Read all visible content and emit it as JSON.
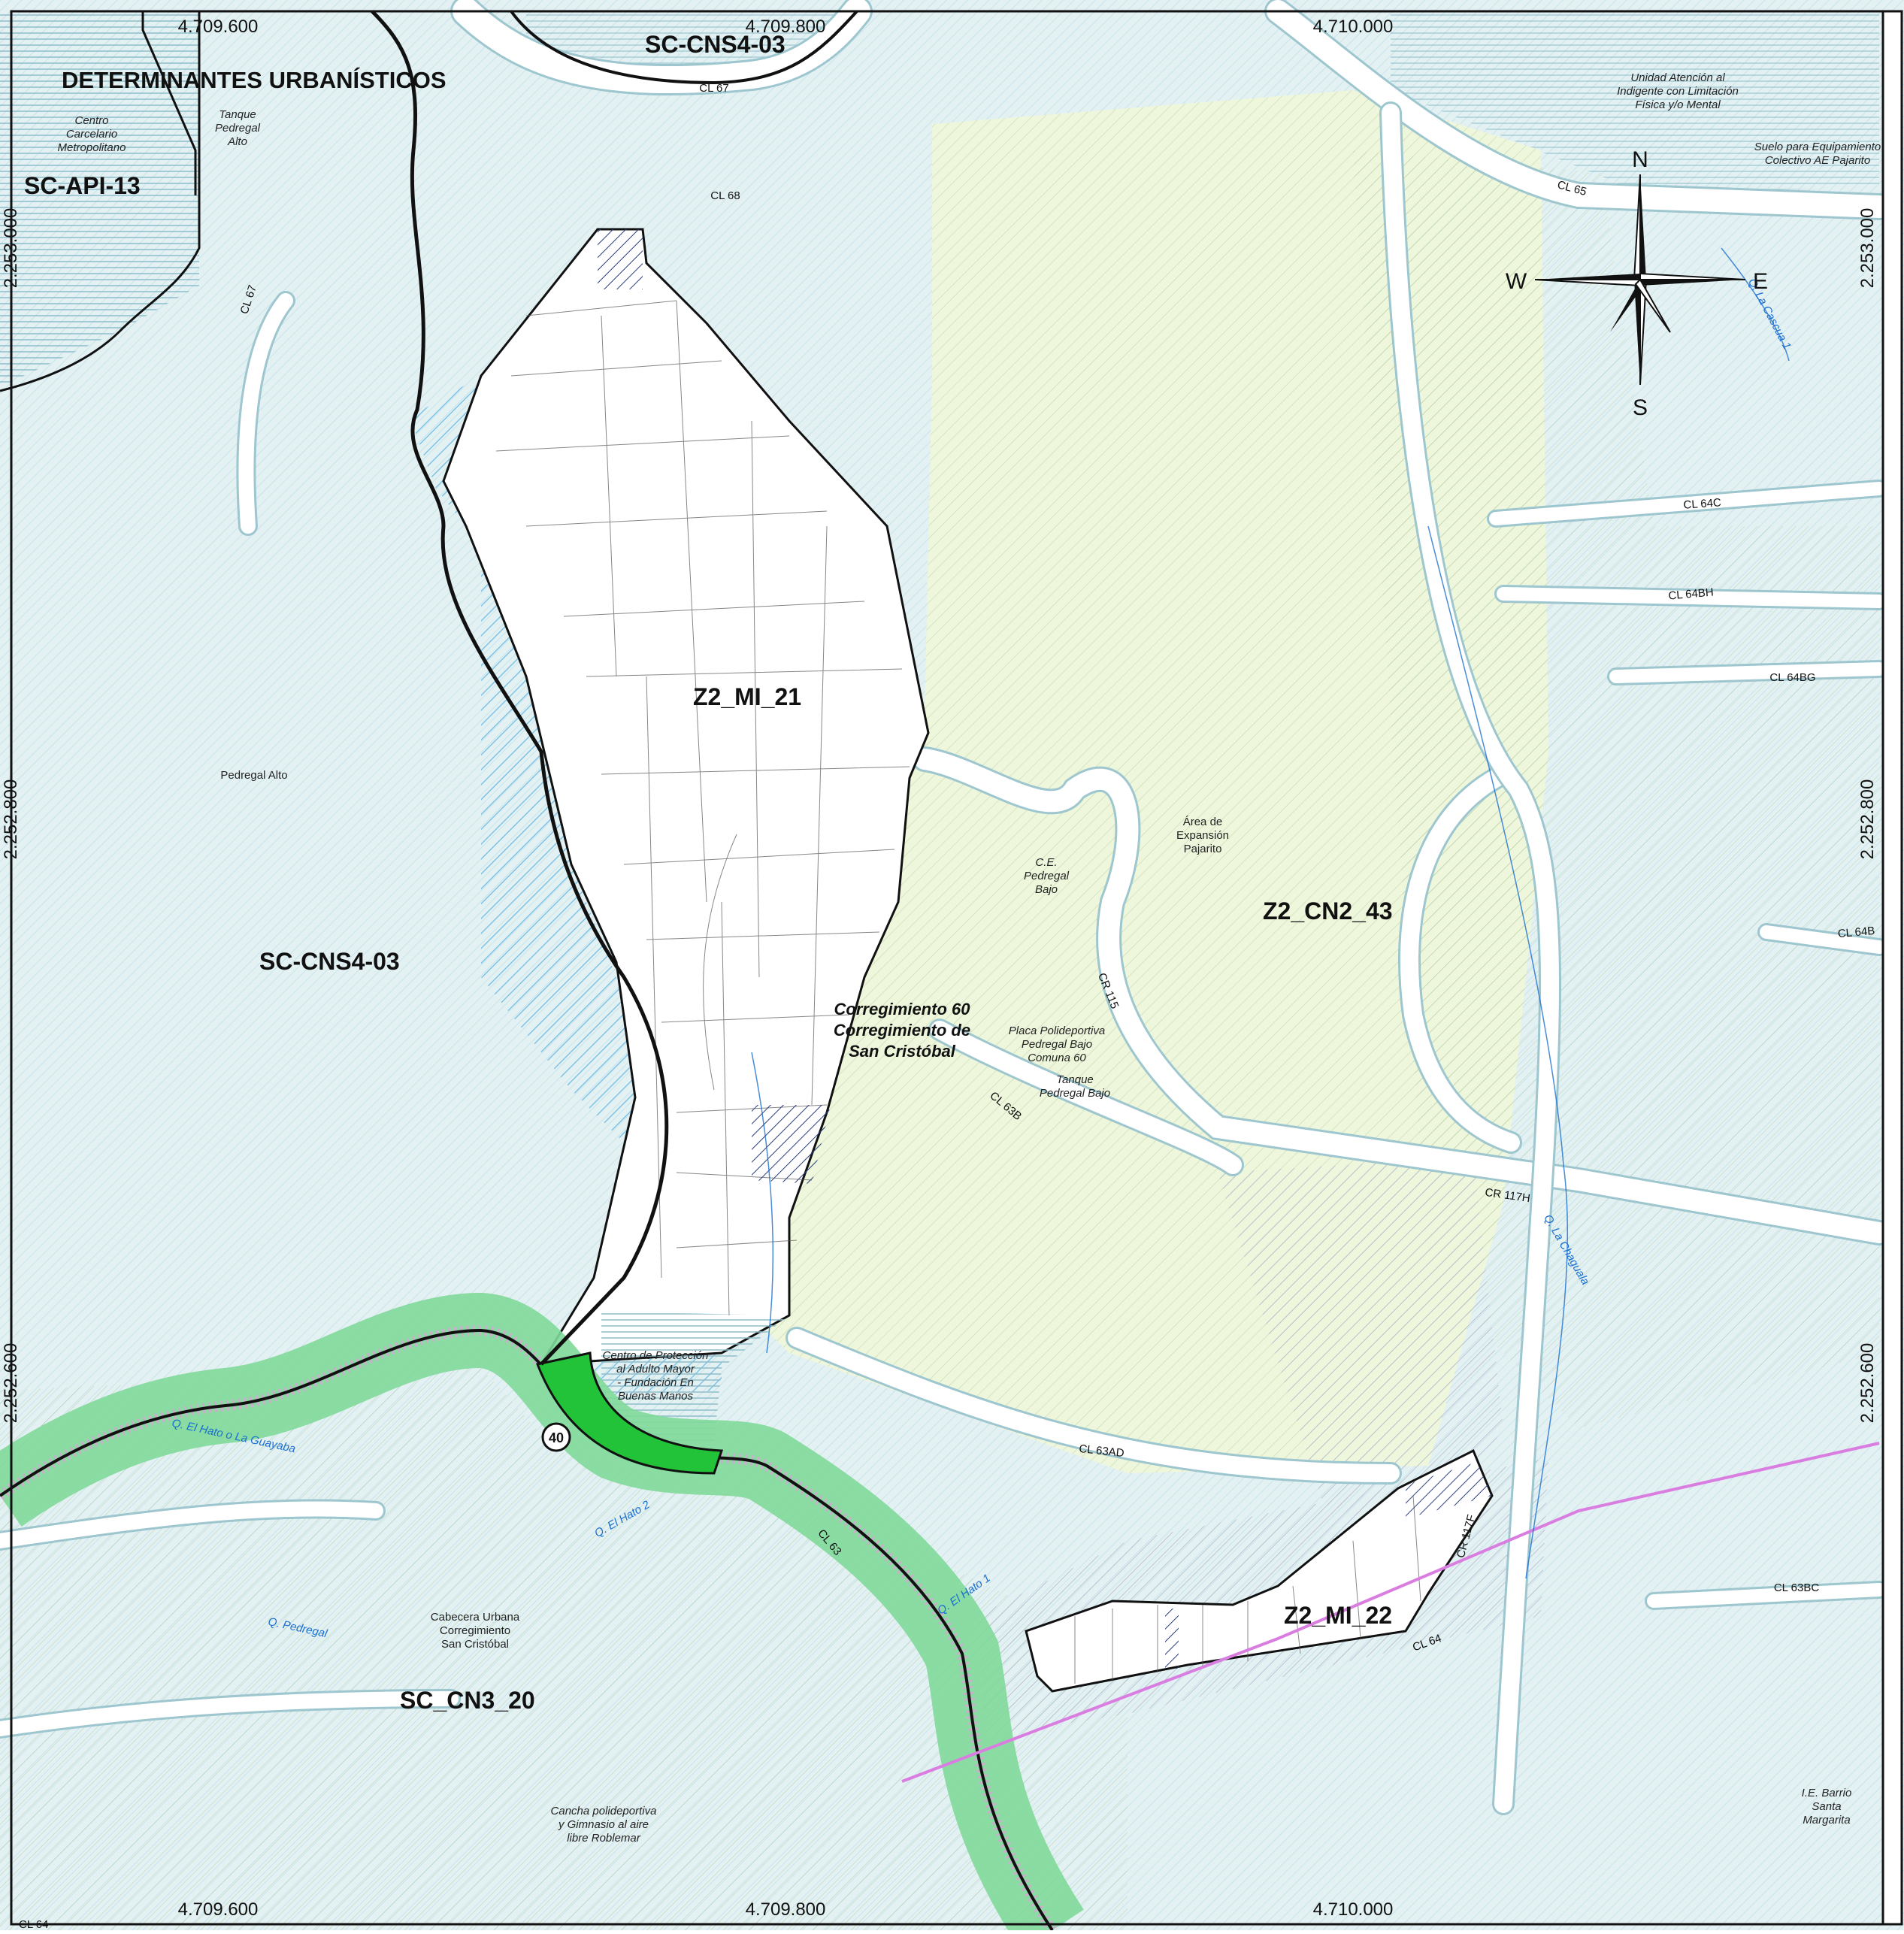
{
  "title": "DETERMINANTES URBANÍSTICOS",
  "coords": {
    "top": [
      "4.709.600",
      "4.709.800",
      "4.710.000"
    ],
    "bottom": [
      "4.709.600",
      "4.709.800",
      "4.710.000"
    ],
    "left": [
      "2.253.000",
      "2.252.800",
      "2.252.600"
    ],
    "right": [
      "2.253.000",
      "2.252.800",
      "2.252.600"
    ]
  },
  "zones": {
    "sc_api_13": "SC-API-13",
    "sc_cns4_03_top": "SC-CNS4-03",
    "sc_cns4_03": "SC-CNS4-03",
    "z2_mi_21": "Z2_MI_21",
    "z2_cn2_43": "Z2_CN2_43",
    "z2_mi_22": "Z2_MI_22",
    "sc_cn3_20": "SC_CN3_20"
  },
  "places": {
    "centro_carcelario": [
      "Centro",
      "Carcelario",
      "Metropolitano"
    ],
    "tanque_pedregal_alto": [
      "Tanque",
      "Pedregal",
      "Alto"
    ],
    "pedregal_alto": "Pedregal Alto",
    "unidad_atencion": [
      "Unidad Atención al",
      "Indigente con Limitación",
      "Física y/o Mental"
    ],
    "suelo_equipamiento": [
      "Suelo para Equipamiento",
      "Colectivo AE Pajarito"
    ],
    "area_expansion": [
      "Área de",
      "Expansión",
      "Pajarito"
    ],
    "ce_pedregal": [
      "C.E.",
      "Pedregal",
      "Bajo"
    ],
    "placa_polideportiva": [
      "Placa Polideportiva",
      "Pedregal Bajo",
      "Comuna 60"
    ],
    "tanque_pedregal_bajo": [
      "Tanque",
      "Pedregal Bajo"
    ],
    "centro_proteccion": [
      "Centro de Protección",
      "al Adulto Mayor",
      "- Fundación En",
      "Buenas Manos"
    ],
    "cabecera_urbana": [
      "Cabecera Urbana",
      "Corregimiento",
      "San Cristóbal"
    ],
    "cancha": [
      "Cancha polideportiva",
      "y Gimnasio al aire",
      "libre Roblemar"
    ],
    "ie_barrio": [
      "I.E. Barrio",
      "Santa",
      "Margarita"
    ],
    "corregimiento": [
      "Corregimiento 60",
      "Corregimiento de",
      "San Cristóbal"
    ]
  },
  "streets": [
    "CL 67",
    "CL 68",
    "CL 67",
    "CL 65",
    "CL 64C",
    "CL 64BH",
    "CL 64BG",
    "CL 64B",
    "CR 115",
    "CL 63B",
    "CR 117H",
    "CL 63AD",
    "CR 117F",
    "CL 63BC",
    "CL 64",
    "CL 63",
    "CL 64"
  ],
  "streams": [
    "Q. La Cascua 1",
    "Q. La Chaguala",
    "Q. El Hato o La Guayaba",
    "Q. El Hato 2",
    "Q. El Hato 1",
    "Q. Pedregal"
  ],
  "compass": {
    "n": "N",
    "s": "S",
    "e": "E",
    "w": "W"
  },
  "marker_label": "40",
  "colors": {
    "background": "#e4f1f3",
    "blue_hatch": "#7fc3e8",
    "green_area": "#eef6dc",
    "green_hatch": "#9fbf8c",
    "navy_hatch": "#2a3f80",
    "road_fill": "#ffffff",
    "road_edge": "#9ec6cf",
    "stream_buffer": "#7fd99a",
    "highlight_green": "#22c338",
    "boundary": "#111111",
    "power_line": "#d97ee0",
    "stream_line": "#1a6fd1"
  }
}
